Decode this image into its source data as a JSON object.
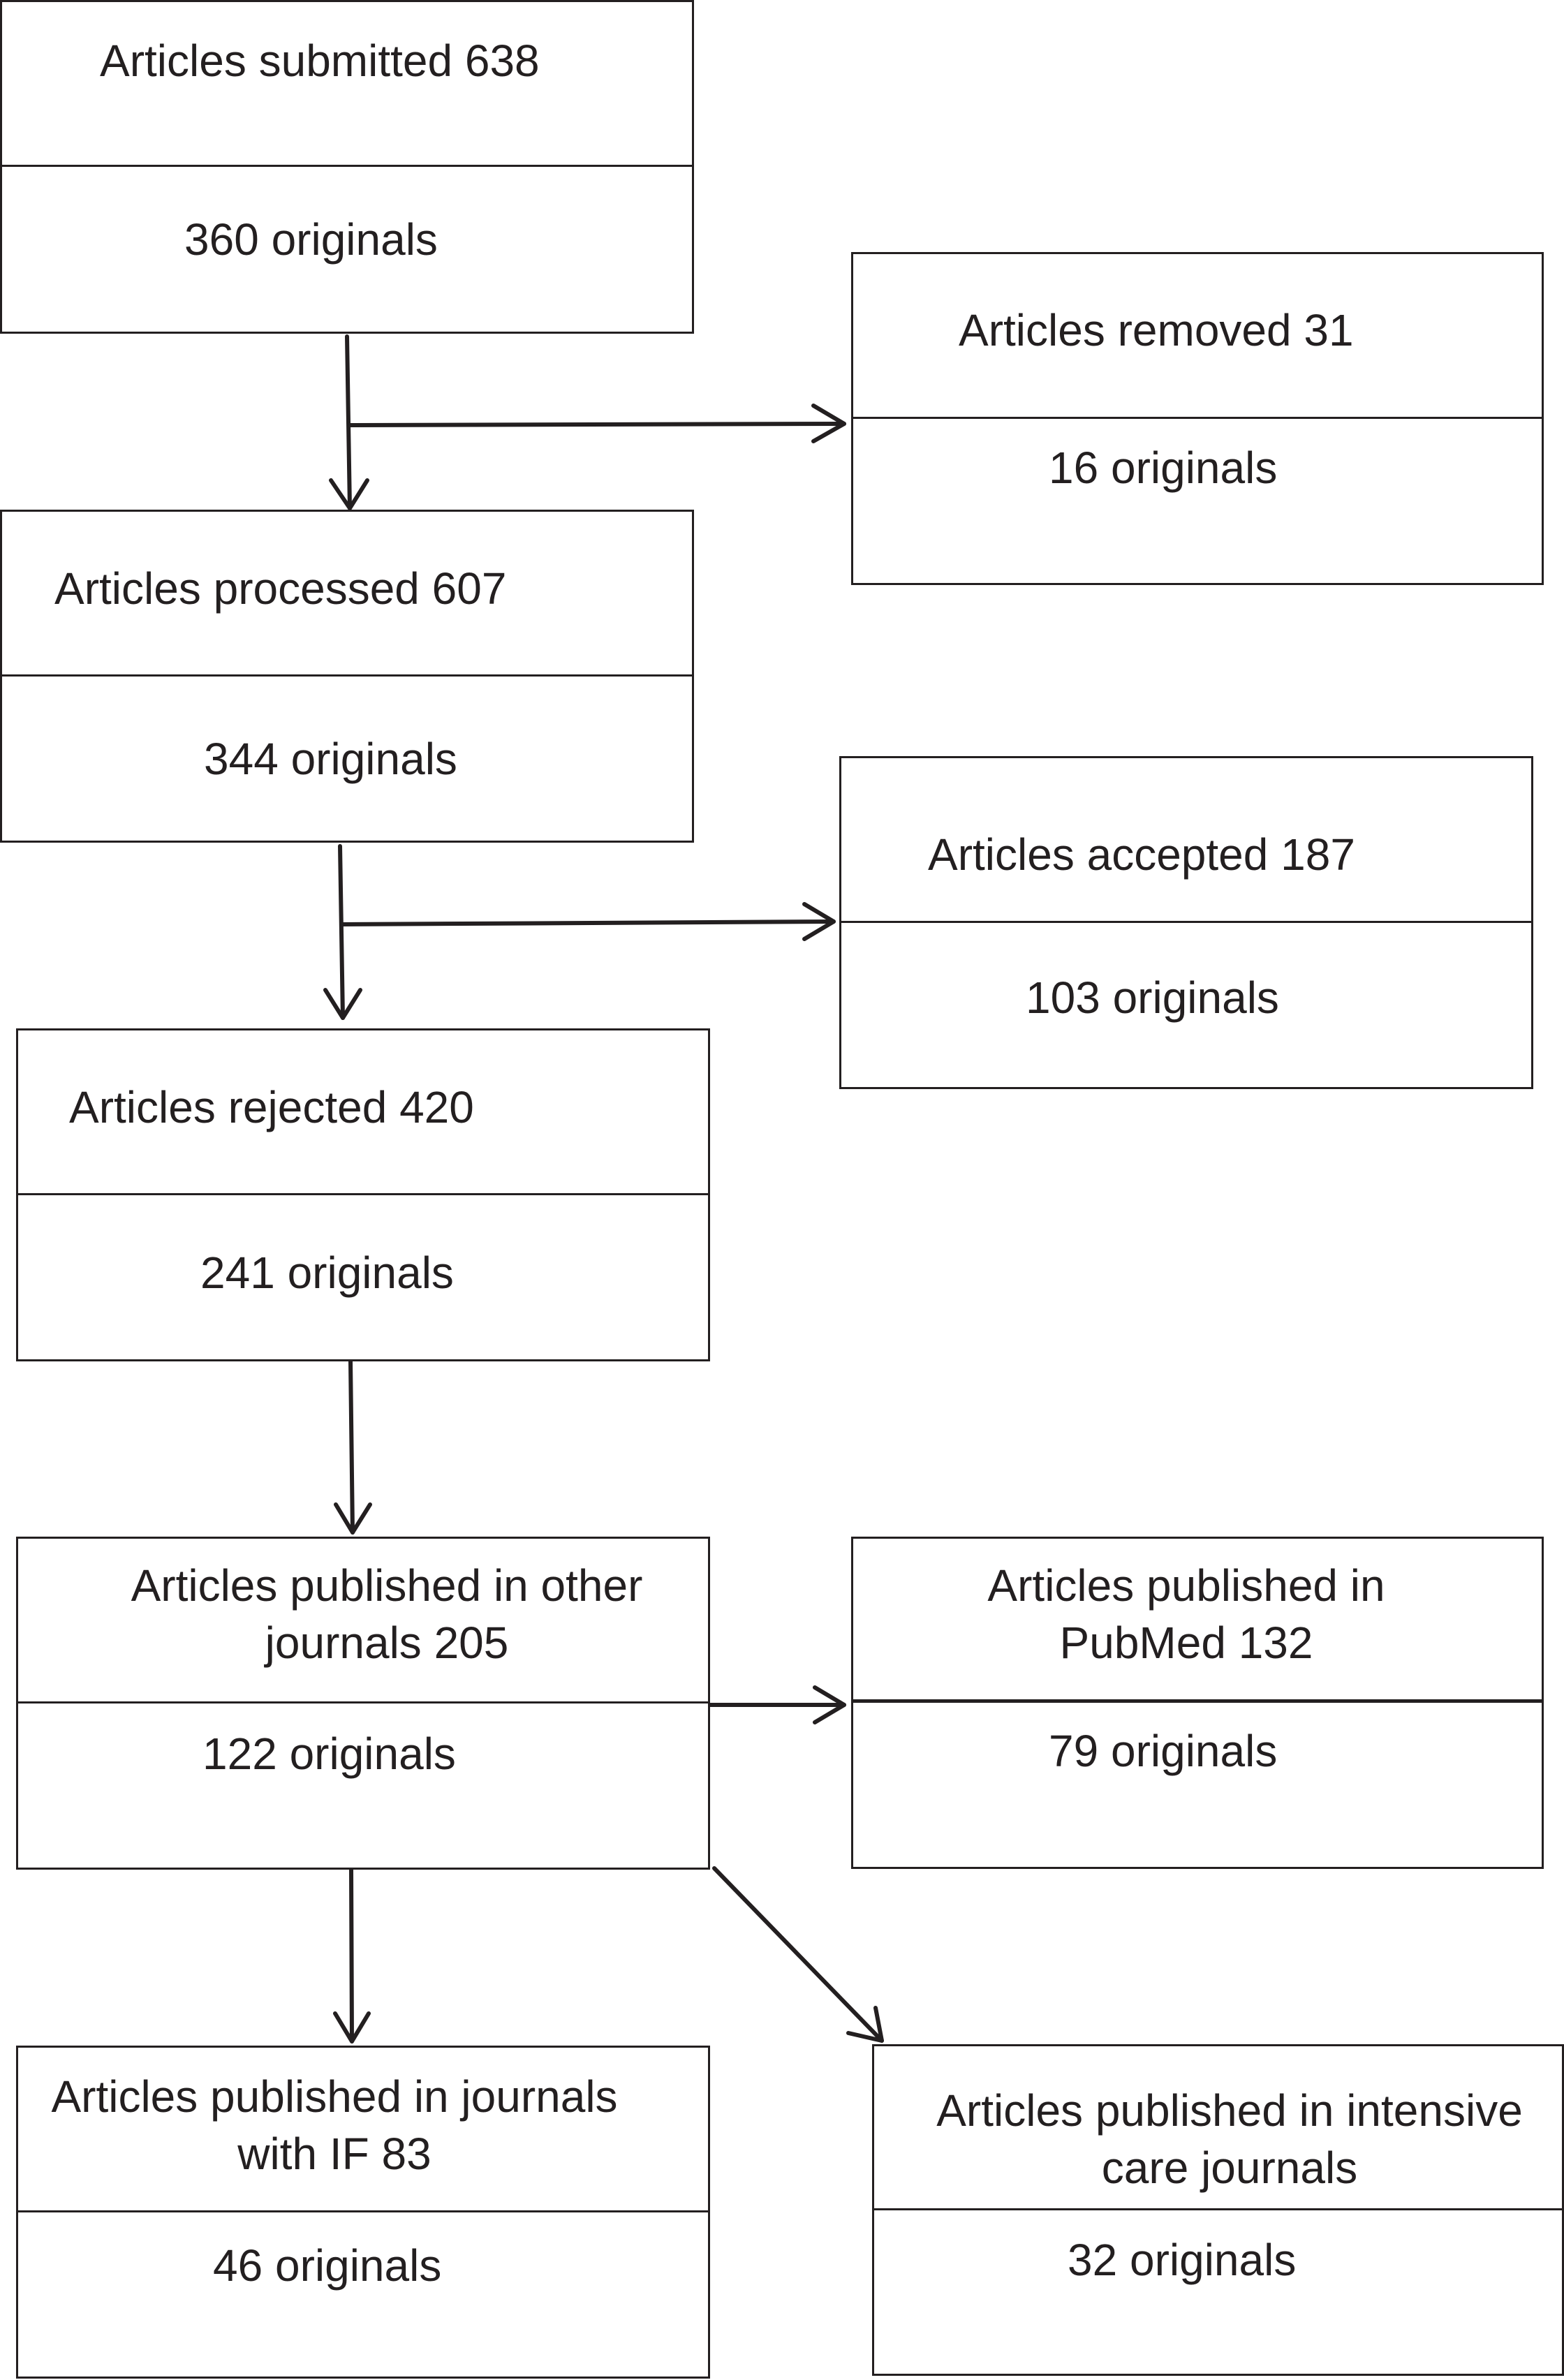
{
  "boxes": {
    "submitted": {
      "title": "Articles submitted 638",
      "sub": "360 originals"
    },
    "removed": {
      "title": "Articles removed 31",
      "sub": "16 originals"
    },
    "processed": {
      "title": "Articles processed 607",
      "sub": "344 originals"
    },
    "accepted": {
      "title": "Articles accepted 187",
      "sub": "103 originals"
    },
    "rejected": {
      "title": "Articles rejected 420",
      "sub": "241 originals"
    },
    "other_journals": {
      "title_line1": "Articles published in other",
      "title_line2": "journals 205",
      "sub": "122 originals"
    },
    "pubmed": {
      "title_line1": "Articles published in",
      "title_line2": "PubMed 132",
      "sub": "79 originals"
    },
    "with_if": {
      "title_line1": "Articles published in journals",
      "title_line2": "with IF 83",
      "sub": "46 originals"
    },
    "intensive_care": {
      "title_line1": "Articles published in intensive",
      "title_line2": "care journals",
      "sub": "32 originals"
    }
  },
  "colors": {
    "line": "#231f20",
    "background": "#ffffff"
  }
}
